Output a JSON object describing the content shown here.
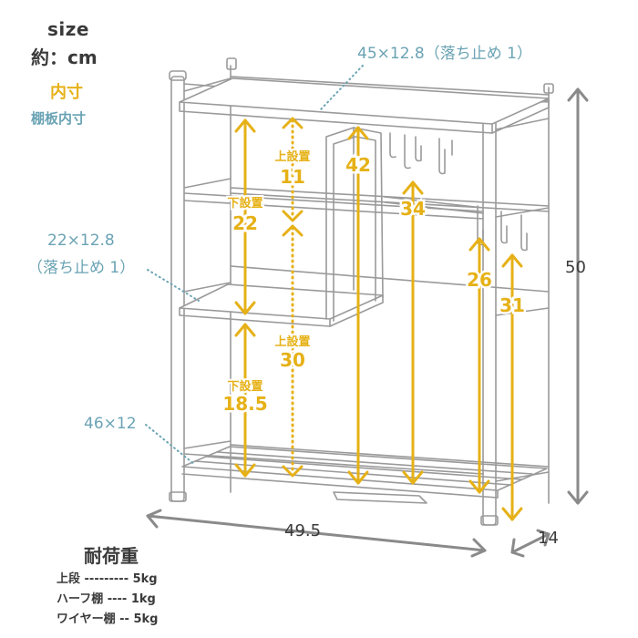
{
  "legend": {
    "size_label": "size",
    "unit_label": "約：cm",
    "inner_label": "内寸",
    "shelf_inner_label": "棚板内寸"
  },
  "shelf_sizes": {
    "top": "45×12.8（落ち止め 1）",
    "half": "22×12.8",
    "half_note": "（落ち止め 1）",
    "wire": "46×12"
  },
  "dimensions": {
    "width": "49.5",
    "depth": "14",
    "height": "50"
  },
  "inner": {
    "upper_mount_label": "上設置",
    "lower_mount_label": "下設置",
    "upper_over_half": "11",
    "lower_over_half": "22",
    "upper_under_half": "30",
    "lower_under_half": "18.5",
    "top_left_clear": "42",
    "top_right_clear": "34",
    "hook_clear": "26",
    "right_clear": "31"
  },
  "load": {
    "title": "耐荷重",
    "rows": [
      "上段 --------- 5kg",
      "ハーフ棚 ---- 1kg",
      "ワイヤー棚 -- 5kg"
    ]
  },
  "colors": {
    "accent_yellow": "#e6b117",
    "accent_blue": "#6aa3b4",
    "text_dark": "#3a3a3a",
    "frame": "#9a9a9a"
  }
}
